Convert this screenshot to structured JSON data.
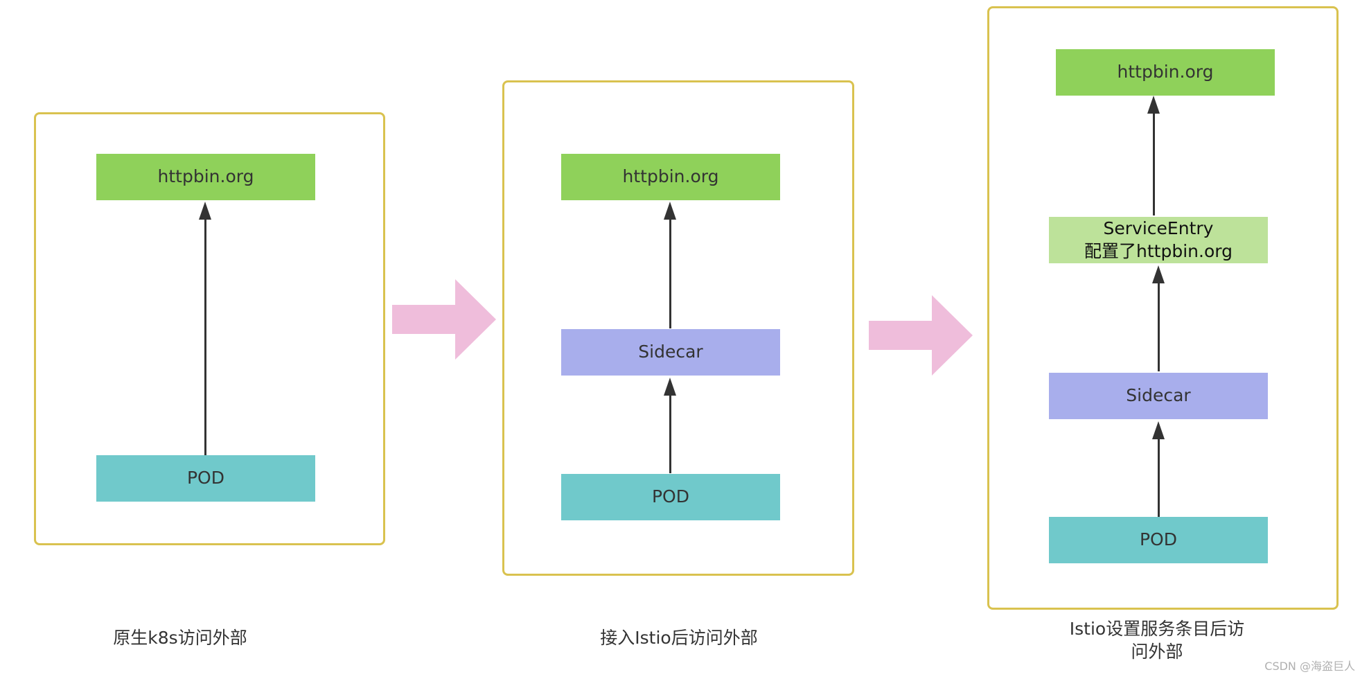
{
  "panels": [
    {
      "caption": "原生k8s访问外部",
      "nodes": {
        "target": "httpbin.org",
        "pod": "POD"
      }
    },
    {
      "caption": "接入Istio后访问外部",
      "nodes": {
        "target": "httpbin.org",
        "sidecar": "Sidecar",
        "pod": "POD"
      }
    },
    {
      "caption_line1": "Istio设置服务条目后访",
      "caption_line2": "问外部",
      "nodes": {
        "target": "httpbin.org",
        "service_entry_line1": "ServiceEntry",
        "service_entry_line2": "配置了httpbin.org",
        "sidecar": "Sidecar",
        "pod": "POD"
      }
    }
  ],
  "watermark": "CSDN @海盗巨人",
  "colors": {
    "panel_border": "#d9c24f",
    "target": "#8fd15a",
    "service_entry": "#bde29a",
    "sidecar": "#a8aeec",
    "pod": "#70c9cb",
    "transition_arrow": "#efbddb",
    "flow_arrow": "#333333"
  }
}
